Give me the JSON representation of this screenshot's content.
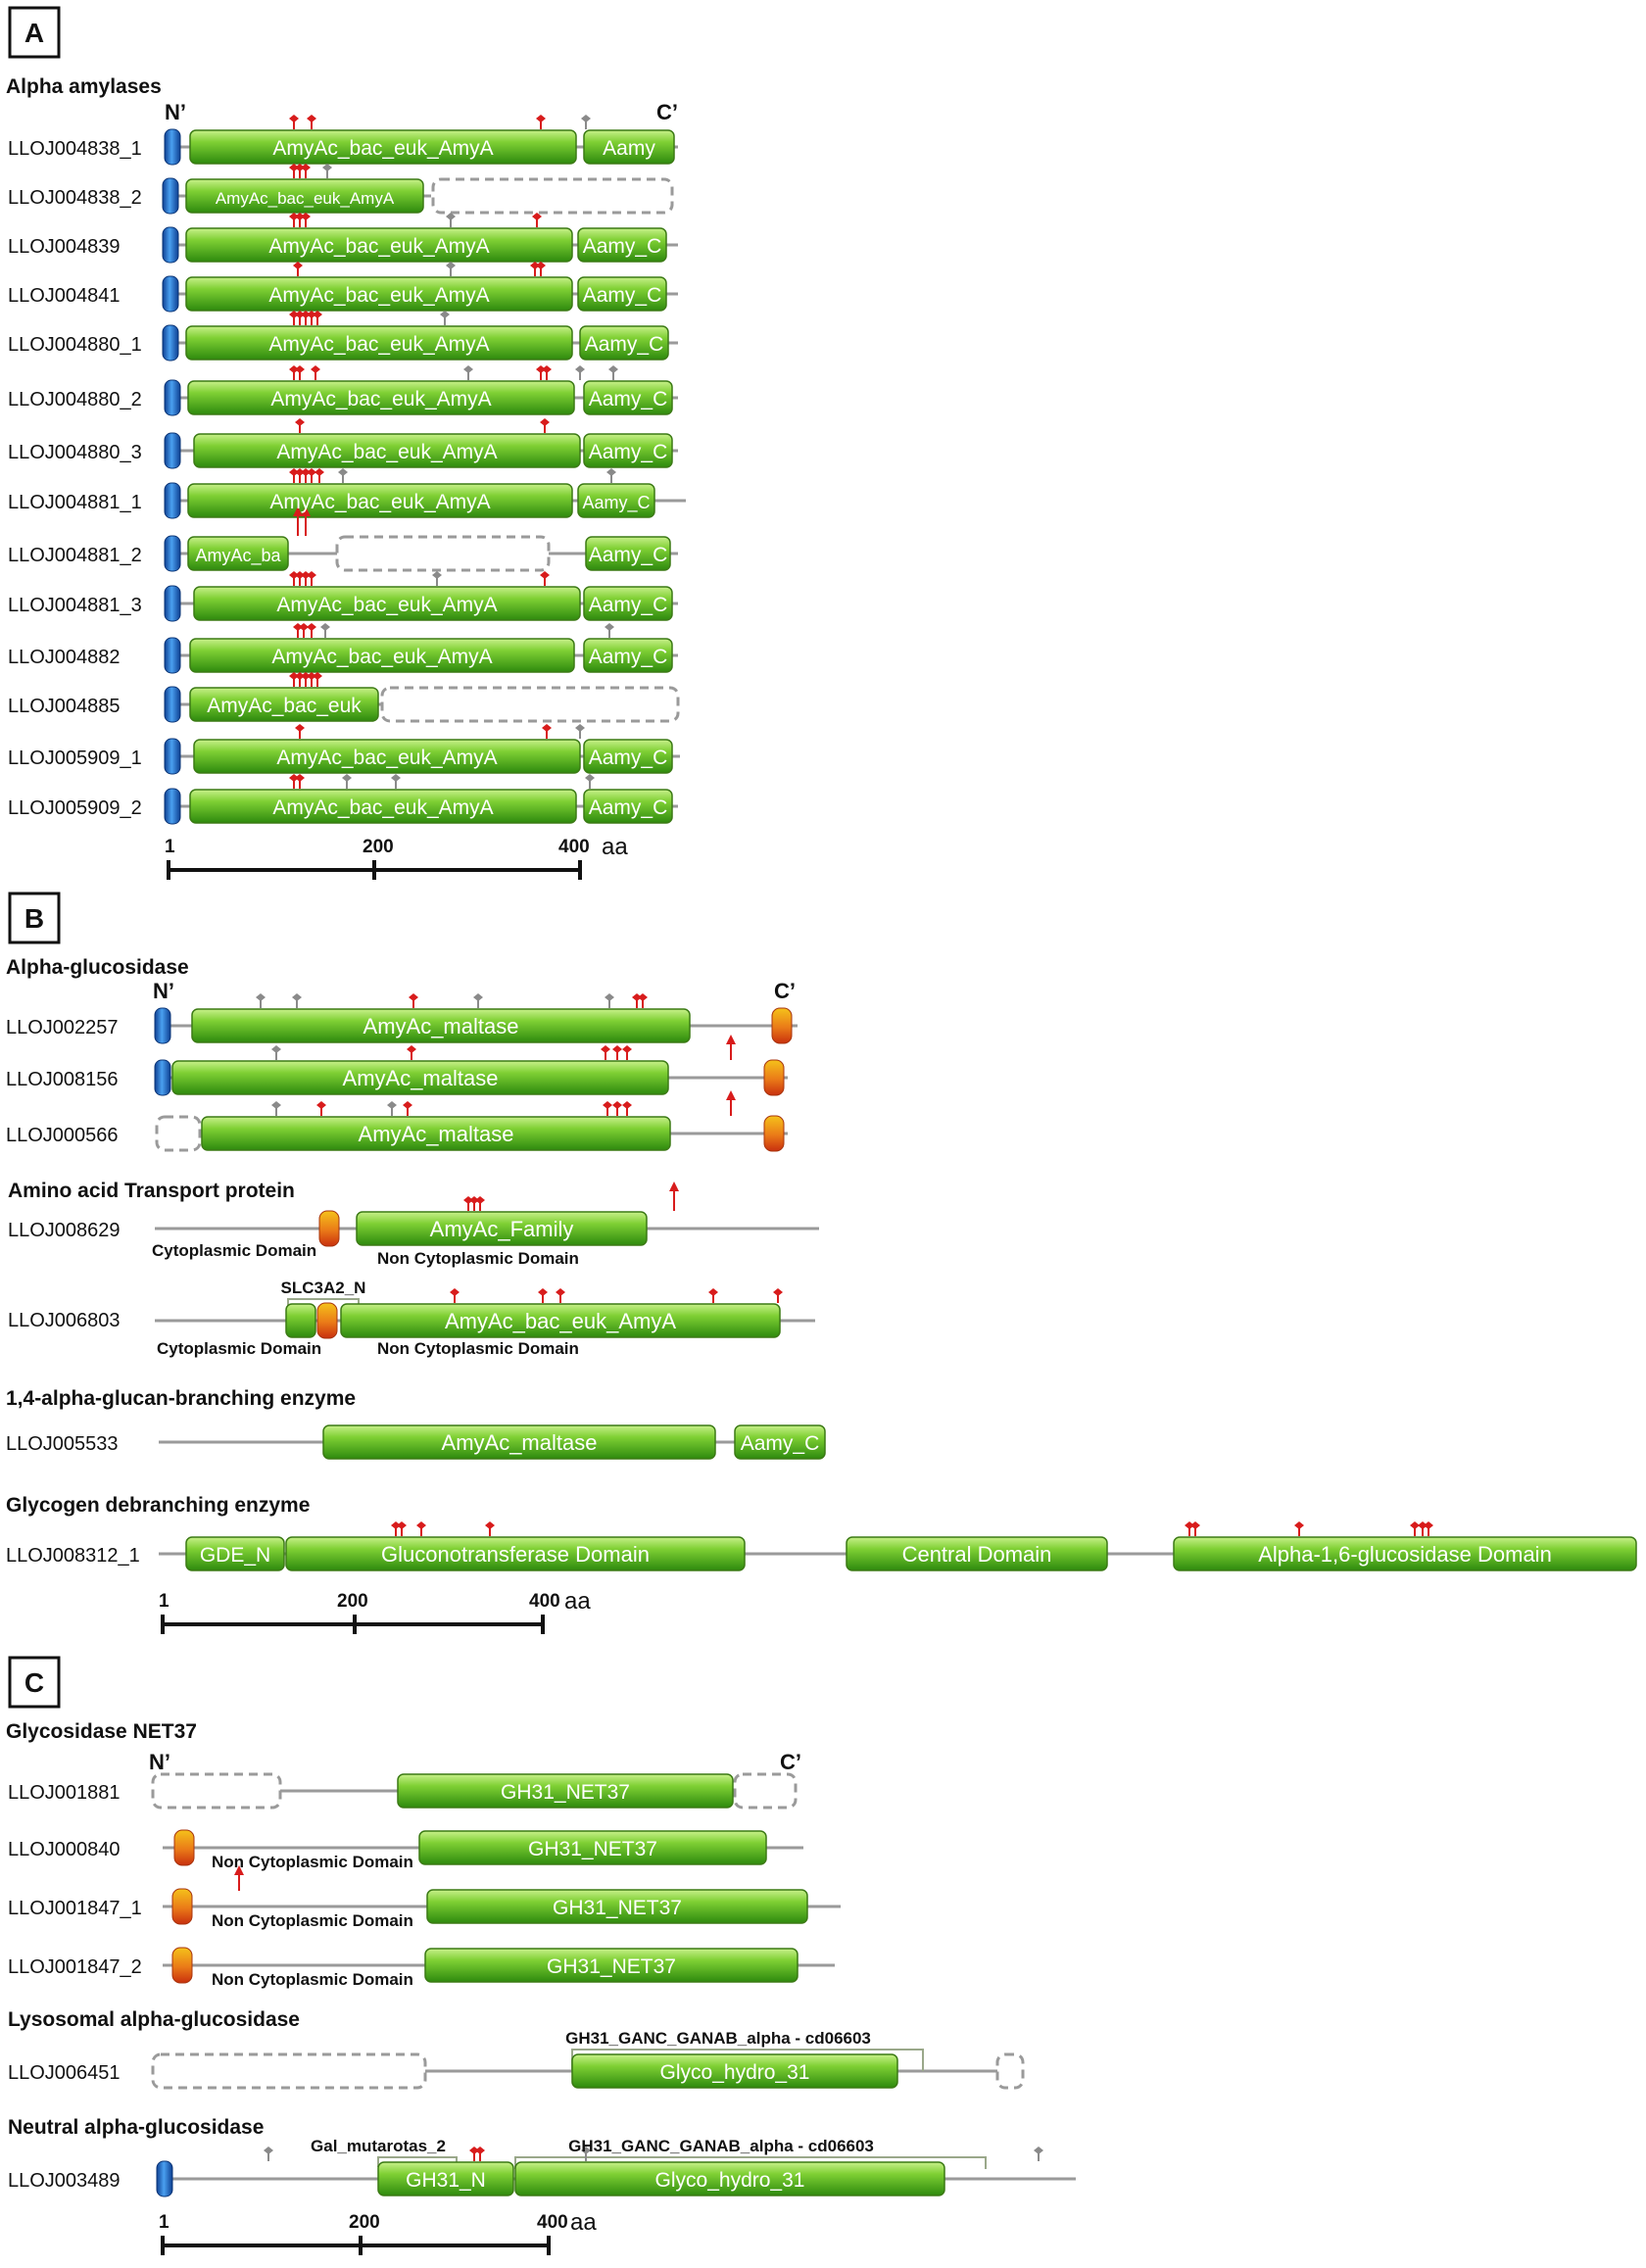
{
  "panelA": {
    "letter": "A",
    "section_title": "Alpha amylases",
    "n_term": "N’",
    "c_term": "C’",
    "rows": [
      {
        "id": "LLOJ004838_1",
        "domains": [
          "AmyAc_bac_euk_AmyA",
          "Aamy"
        ]
      },
      {
        "id": "LLOJ004838_2",
        "domains": [
          "AmyAc_bac_euk_AmyA"
        ]
      },
      {
        "id": "LLOJ004839",
        "domains": [
          "AmyAc_bac_euk_AmyA",
          "Aamy_C"
        ]
      },
      {
        "id": "LLOJ004841",
        "domains": [
          "AmyAc_bac_euk_AmyA",
          "Aamy_C"
        ]
      },
      {
        "id": "LLOJ004880_1",
        "domains": [
          "AmyAc_bac_euk_AmyA",
          "Aamy_C"
        ]
      },
      {
        "id": "LLOJ004880_2",
        "domains": [
          "AmyAc_bac_euk_AmyA",
          "Aamy_C"
        ]
      },
      {
        "id": "LLOJ004880_3",
        "domains": [
          "AmyAc_bac_euk_AmyA",
          "Aamy_C"
        ]
      },
      {
        "id": "LLOJ004881_1",
        "domains": [
          "AmyAc_bac_euk_AmyA",
          "Aamy_C"
        ]
      },
      {
        "id": "LLOJ004881_2",
        "domains": [
          "AmyAc_ba",
          "Aamy_C"
        ]
      },
      {
        "id": "LLOJ004881_3",
        "domains": [
          "AmyAc_bac_euk_AmyA",
          "Aamy_C"
        ]
      },
      {
        "id": "LLOJ004882",
        "domains": [
          "AmyAc_bac_euk_AmyA",
          "Aamy_C"
        ]
      },
      {
        "id": "LLOJ004885",
        "domains": [
          "AmyAc_bac_euk"
        ]
      },
      {
        "id": "LLOJ005909_1",
        "domains": [
          "AmyAc_bac_euk_AmyA",
          "Aamy_C"
        ]
      },
      {
        "id": "LLOJ005909_2",
        "domains": [
          "AmyAc_bac_euk_AmyA",
          "Aamy_C"
        ]
      }
    ],
    "scale": {
      "ticks": [
        "1",
        "200",
        "400"
      ],
      "unit": "aa"
    }
  },
  "panelB": {
    "letter": "B",
    "sec1": {
      "title": "Alpha-glucosidase",
      "n_term": "N’",
      "c_term": "C’",
      "rows": [
        {
          "id": "LLOJ002257",
          "domain": "AmyAc_maltase"
        },
        {
          "id": "LLOJ008156",
          "domain": "AmyAc_maltase"
        },
        {
          "id": "LLOJ000566",
          "domain": "AmyAc_maltase"
        }
      ]
    },
    "sec2": {
      "title": "Amino acid Transport protein",
      "row1": {
        "id": "LLOJ008629",
        "domain": "AmyAc_Family",
        "label_left": "Cytoplasmic Domain",
        "label_right": "Non Cytoplasmic Domain"
      },
      "row2": {
        "id": "LLOJ006803",
        "domain": "AmyAc_bac_euk_AmyA",
        "bracket": "SLC3A2_N",
        "label_left": "Cytoplasmic Domain",
        "label_right": "Non Cytoplasmic Domain"
      }
    },
    "sec3": {
      "title": "1,4-alpha-glucan-branching enzyme",
      "row": {
        "id": "LLOJ005533",
        "domains": [
          "AmyAc_maltase",
          "Aamy_C"
        ]
      }
    },
    "sec4": {
      "title": "Glycogen debranching enzyme",
      "row": {
        "id": "LLOJ008312_1",
        "domains": [
          "GDE_N",
          "Gluconotransferase Domain",
          "Central Domain",
          "Alpha-1,6-glucosidase Domain"
        ]
      }
    },
    "scale": {
      "ticks": [
        "1",
        "200",
        "400"
      ],
      "unit": "aa"
    }
  },
  "panelC": {
    "letter": "C",
    "sec1": {
      "title": "Glycosidase NET37",
      "n_term": "N’",
      "c_term": "C’",
      "rows": [
        {
          "id": "LLOJ001881",
          "domain": "GH31_NET37"
        },
        {
          "id": "LLOJ000840",
          "domain": "GH31_NET37",
          "note": "Non Cytoplasmic Domain"
        },
        {
          "id": "LLOJ001847_1",
          "domain": "GH31_NET37",
          "note": "Non Cytoplasmic Domain"
        },
        {
          "id": "LLOJ001847_2",
          "domain": "GH31_NET37",
          "note": "Non Cytoplasmic Domain"
        }
      ]
    },
    "sec2": {
      "title": "Lysosomal alpha-glucosidase",
      "row": {
        "id": "LLOJ006451",
        "domain": "Glyco_hydro_31",
        "bracket": "GH31_GANC_GANAB_alpha - cd06603"
      }
    },
    "sec3": {
      "title": "Neutral alpha-glucosidase",
      "row": {
        "id": "LLOJ003489",
        "domains": [
          "GH31_N",
          "Glyco_hydro_31"
        ],
        "bracket1": "Gal_mutarotas_2",
        "bracket2": "GH31_GANC_GANAB_alpha - cd06603"
      }
    },
    "scale": {
      "ticks": [
        "1",
        "200",
        "400"
      ],
      "unit": "aa"
    }
  },
  "colors": {
    "domain_light": "#9be04a",
    "domain_dark": "#2e8a0e",
    "nterm_blue": "#1e6fd0",
    "tm_orange": "#e0601a",
    "site_red": "#d81c1c",
    "site_grey": "#8a8a8a",
    "backbone": "#9a9a9a"
  }
}
